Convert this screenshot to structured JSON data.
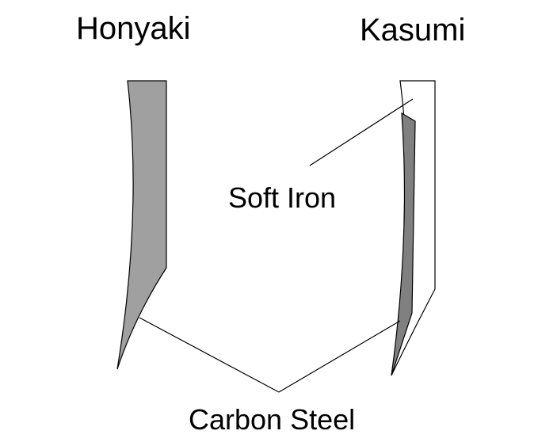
{
  "titles": {
    "left": "Honyaki",
    "right": "Kasumi"
  },
  "labels": {
    "soft_iron": "Soft Iron",
    "carbon_steel": "Carbon Steel"
  },
  "colors": {
    "carbon_steel_fill_honyaki": "#a0a0a0",
    "carbon_steel_fill_kasumi": "#808080",
    "soft_iron_fill": "#ffffff",
    "outline": "#000000"
  }
}
